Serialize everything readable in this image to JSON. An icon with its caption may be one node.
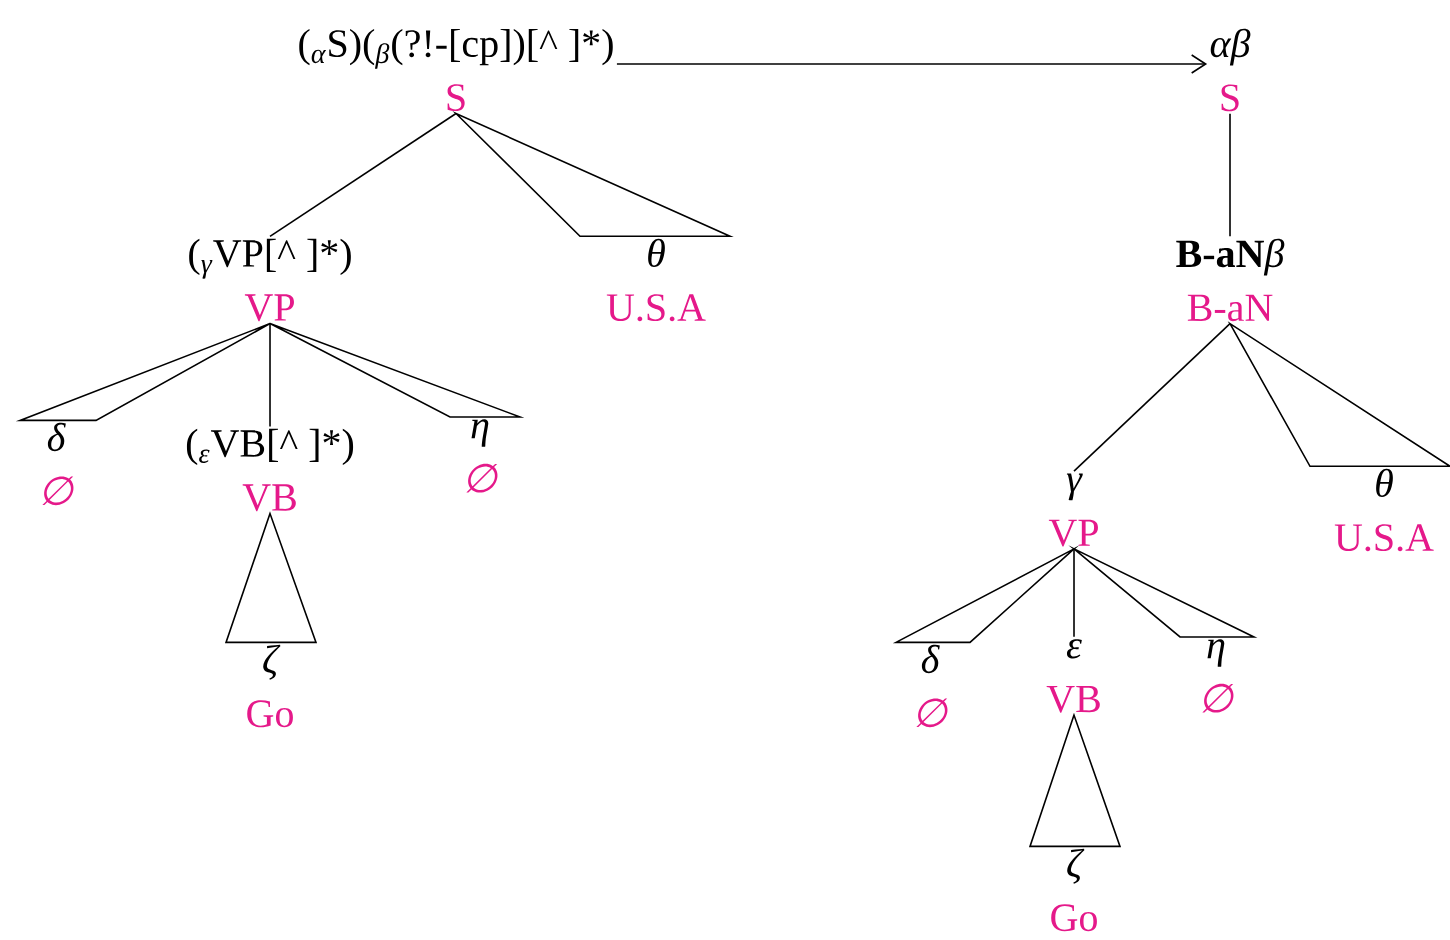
{
  "diagram": {
    "nodes": [
      {
        "text": [
          "($_{α}$S)($_{β}$(?!-[cp])[^ ]*)",
          "S"
        ]
      },
      {
        "text": [
          "($_{γ}$VP[^ ]*)",
          "VP"
        ]
      },
      {
        "text": [
          "θ",
          "U.S.A"
        ]
      },
      {
        "text": [
          "δ",
          "∅"
        ]
      },
      {
        "text": [
          "($_{ε}$VB[^ ]*)",
          "VB"
        ]
      },
      {
        "text": [
          "η",
          "∅"
        ]
      },
      {
        "text": [
          "ζ",
          "Go"
        ]
      },
      {
        "text": [
          "αβ",
          "S"
        ]
      },
      {
        "text": [
          "**B-aN**β",
          "B-aN"
        ]
      },
      {
        "text": [
          "γ",
          "VP"
        ]
      },
      {
        "text": [
          "θ",
          "U.S.A"
        ]
      },
      {
        "text": [
          "δ",
          "∅"
        ]
      },
      {
        "text": [
          "ε",
          "VB"
        ]
      },
      {
        "text": [
          "η",
          "∅"
        ]
      },
      {
        "text": [
          "ζ",
          "Go"
        ]
      }
    ],
    "edges": [
      {
        "from": 0,
        "to": 7,
        "arrow": "to"
      },
      {
        "from": 0,
        "to": 1,
        "arrow": "none"
      },
      {
        "from": 0,
        "to": 2,
        "arrow": "none"
      },
      {
        "from": 1,
        "to": 3,
        "arrow": "none"
      },
      {
        "from": 1,
        "to": 4,
        "arrow": "none"
      },
      {
        "from": 1,
        "to": 5,
        "arrow": "none"
      },
      {
        "from": 4,
        "to": 6,
        "arrow": "none"
      },
      {
        "from": 7,
        "to": 8,
        "arrow": "none"
      },
      {
        "from": 8,
        "to": 9,
        "arrow": "none"
      },
      {
        "from": 8,
        "to": 10,
        "arrow": "none"
      },
      {
        "from": 9,
        "to": 11,
        "arrow": "none"
      },
      {
        "from": 9,
        "to": 12,
        "arrow": "none"
      },
      {
        "from": 9,
        "to": 13,
        "arrow": "none"
      },
      {
        "from": 12,
        "to": 14,
        "arrow": "none"
      }
    ]
  }
}
